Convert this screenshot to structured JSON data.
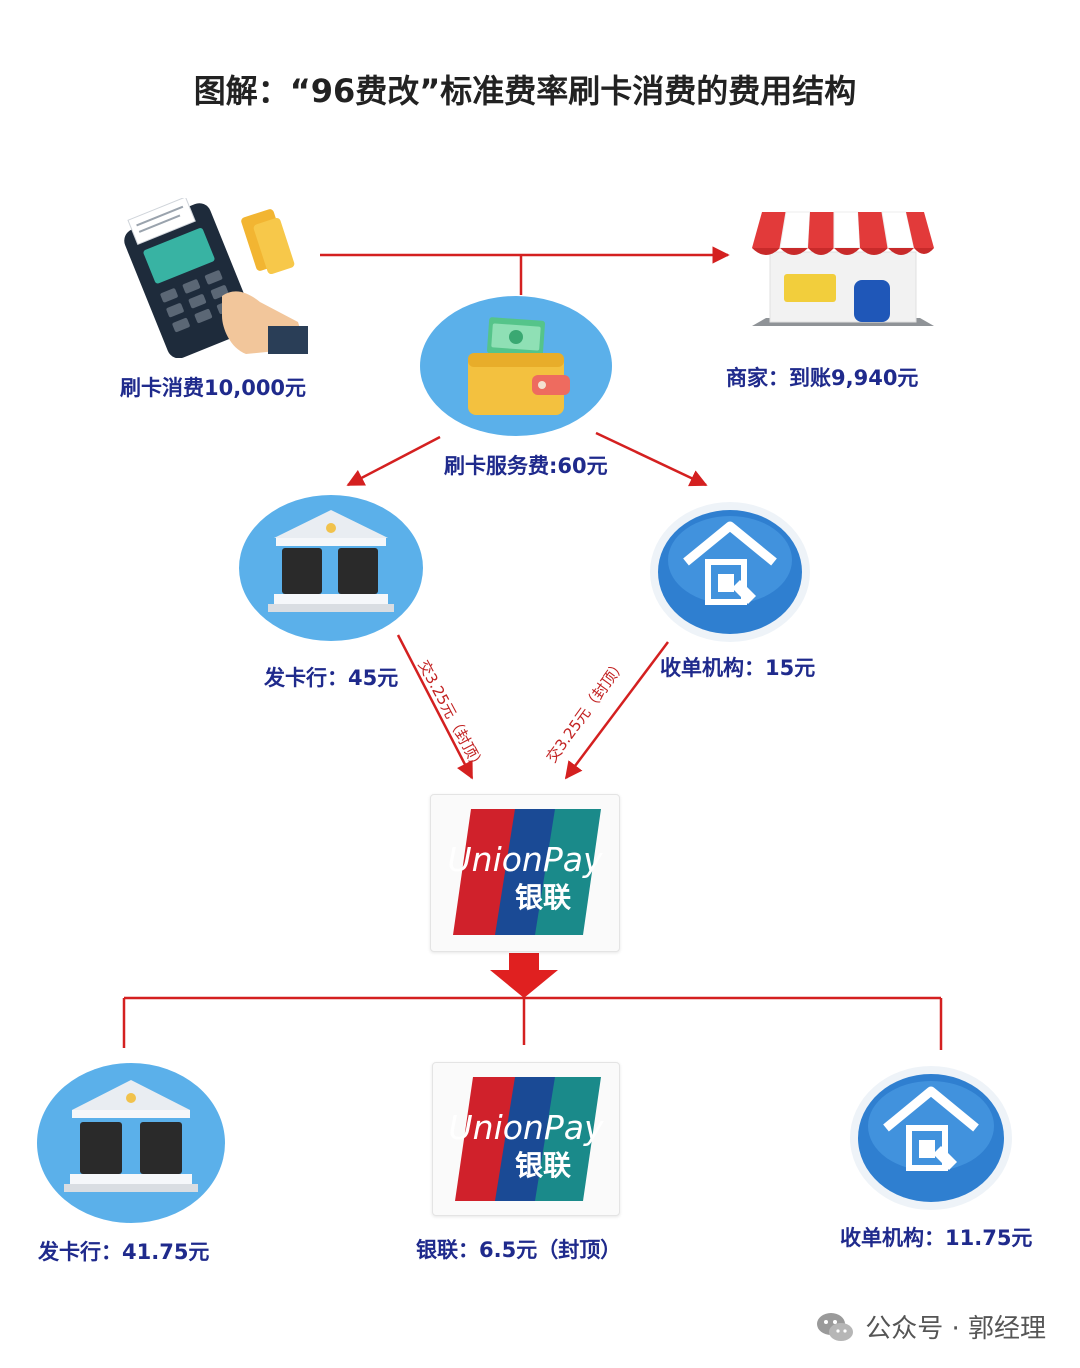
{
  "title": "图解：“96费改”标准费率刷卡消费的费用结构",
  "nodes": {
    "swipe": "刷卡消费10,000元",
    "merchant": "商家：到账9,940元",
    "service_fee": "刷卡服务费:60元",
    "issuer": "发卡行：45元",
    "acquirer": "收单机构：15元"
  },
  "edges": {
    "issuer_to_unionpay": "交3.25元（封顶）",
    "acquirer_to_unionpay": "交3.25元（封顶）"
  },
  "unionpay_logo": {
    "latin": "UnionPay",
    "cjk": "银联"
  },
  "results": {
    "issuer": "发卡行：41.75元",
    "unionpay": "银联：6.5元（封顶）",
    "acquirer": "收单机构：11.75元"
  },
  "footer": {
    "text": "公众号 · 郭经理",
    "icon": "wechat-icon"
  },
  "colors": {
    "arrow": "#d42020",
    "label": "#1f2a8c",
    "circle": "#5bb0ea",
    "unionpay_red": "#d0212b",
    "unionpay_blue": "#1a4a95",
    "unionpay_teal": "#1a8a8a"
  }
}
